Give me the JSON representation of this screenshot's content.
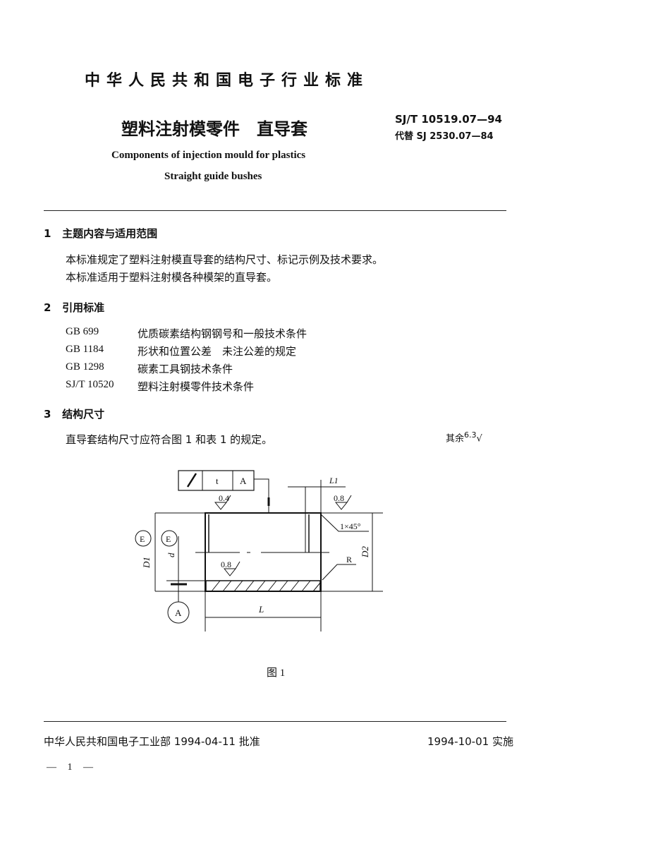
{
  "header": {
    "org_title": "中华人民共和国电子行业标准",
    "title_cn": "塑料注射模零件　直导套",
    "standard_code": "SJ/T 10519.07—94",
    "replaces": "代替 SJ 2530.07—84",
    "title_en_1": "Components of injection mould for plastics",
    "title_en_2": "Straight guide bushes"
  },
  "sections": [
    {
      "number": "1",
      "heading": "主题内容与适用范围",
      "paragraphs": [
        "本标准规定了塑料注射模直导套的结构尺寸、标记示例及技术要求。",
        "本标准适用于塑料注射模各种模架的直导套。"
      ]
    },
    {
      "number": "2",
      "heading": "引用标准",
      "references": [
        {
          "code": "GB 699",
          "title": "优质碳素结构钢钢号和一般技术条件"
        },
        {
          "code": "GB 1184",
          "title": "形状和位置公差　未注公差的规定"
        },
        {
          "code": "GB 1298",
          "title": "碳素工具钢技术条件"
        },
        {
          "code": "SJ/T 10520",
          "title": "塑料注射模零件技术条件"
        }
      ]
    },
    {
      "number": "3",
      "heading": "结构尺寸",
      "paragraphs": [
        "直导套结构尺寸应符合图 1 和表 1 的规定。"
      ],
      "roughness_note": "其余",
      "roughness_value": "6.3"
    }
  ],
  "figure": {
    "tolerance_frame": {
      "symbol": "/",
      "tolerance": "t",
      "datum": "A"
    },
    "labels": {
      "L1": "L1",
      "D1": "D1",
      "d": "d",
      "D2": "D2",
      "L": "L",
      "R": "R",
      "chamfer": "1×45°",
      "roughness_top": "0.4",
      "roughness_right": "0.8",
      "roughness_bore": "0.8",
      "datum": "A",
      "fit_mark": "E"
    },
    "caption": "图 1"
  },
  "footer": {
    "approval": "中华人民共和国电子工业部 1994-04-11 批准",
    "effective": "1994-10-01 实施",
    "page_number": "— 1 —"
  }
}
